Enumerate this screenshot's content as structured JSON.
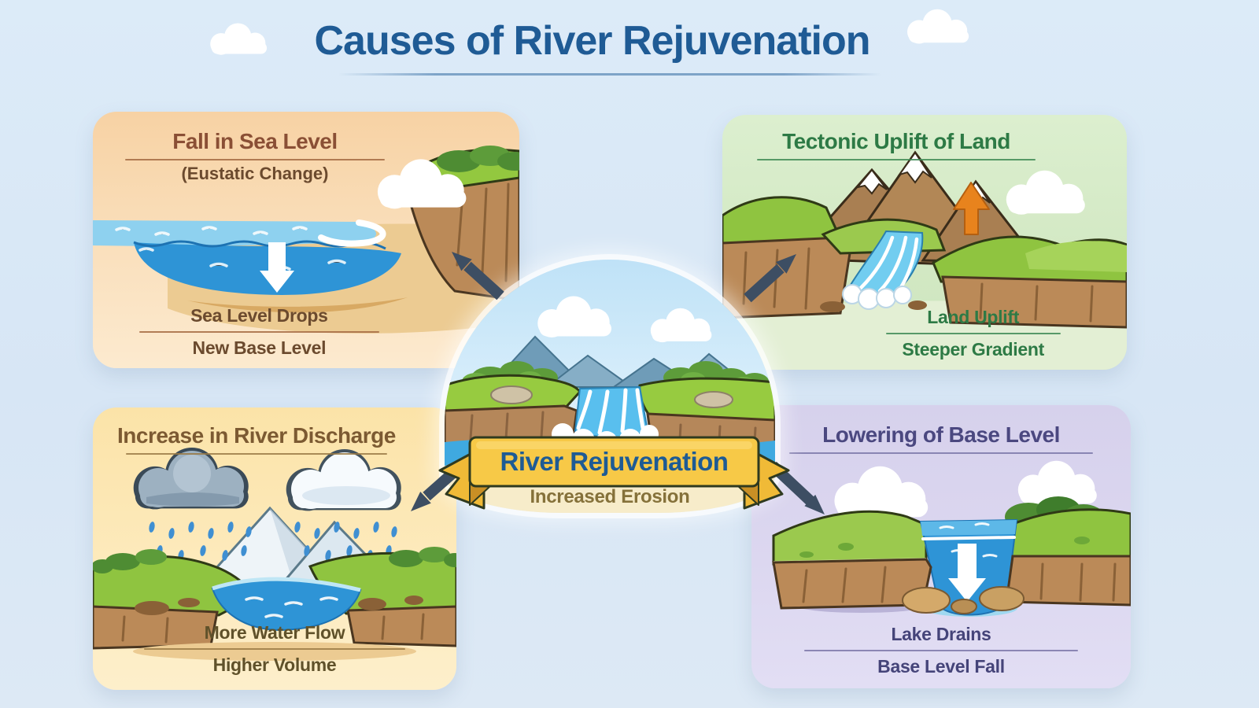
{
  "title": "Causes of River Rejuvenation",
  "panels": [
    {
      "id": "fall-in-sea-level",
      "title": "Fall in Sea Level",
      "subtitle": "(Eustatic Change)",
      "label_top": "Sea Level Drops",
      "label_bottom": "New Base Level",
      "accent_color": "#8a4f35",
      "bg_color": "#f8d8ae"
    },
    {
      "id": "tectonic-uplift-of-land",
      "title": "Tectonic Uplift of Land",
      "label_top": "Land Uplift",
      "label_bottom": "Steeper Gradient",
      "accent_color": "#2d7a45",
      "bg_color": "#d5eac6"
    },
    {
      "id": "increase-in-river-discharge",
      "title": "Increase in River Discharge",
      "label_top": "More Water Flow",
      "label_bottom": "Higher Volume",
      "accent_color": "#7c5a32",
      "bg_color": "#fce7b4"
    },
    {
      "id": "lowering-of-base-level",
      "title": "Lowering of Base Level",
      "label_top": "Lake Drains",
      "label_bottom": "Base Level Fall",
      "accent_color": "#4b4880",
      "bg_color": "#dad5ee"
    }
  ],
  "center": {
    "banner_title": "River Rejuvenation",
    "banner_subtitle": "Increased Erosion"
  },
  "colors": {
    "background": "#d9e8f6",
    "title_blue": "#1f5b95",
    "banner_yellow": "#f7c947",
    "banner_text_blue": "#1e5b94",
    "subtitle_olive": "#85713a",
    "connector_arrow_slate": "#3d4e63",
    "uplift_arrow_orange": "#e8831d",
    "water_blue": "#2e94d6",
    "grass_green": "#8fc440",
    "cliff_brown": "#bb8a58"
  },
  "icons": {
    "clouds": "cloud-icon",
    "sea_level_drop": "down-arrow-icon",
    "lake_drain": "down-arrow-icon",
    "land_uplift": "up-arrow-icon",
    "rain": "rain-cloud-icon",
    "connectors": "connector-arrow-icon"
  }
}
